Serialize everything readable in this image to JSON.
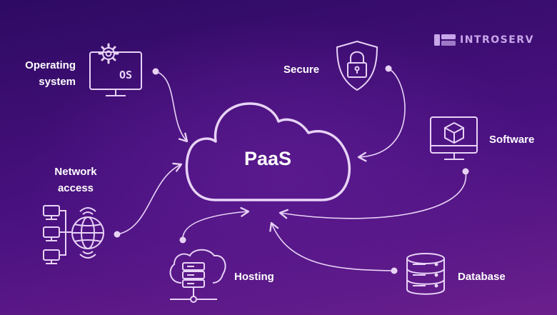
{
  "brand": {
    "name": "INTROSERV"
  },
  "center": {
    "label": "PaaS"
  },
  "nodes": {
    "operating_system": {
      "line1": "Operating",
      "line2": "system",
      "screen_text": "OS"
    },
    "secure": {
      "label": "Secure"
    },
    "software": {
      "label": "Software"
    },
    "network_access": {
      "line1": "Network",
      "line2": "access"
    },
    "hosting": {
      "label": "Hosting"
    },
    "database": {
      "label": "Database"
    }
  },
  "colors": {
    "line": "#e8d3f7",
    "text": "#ffffff",
    "brand": "#c7a6ea"
  }
}
